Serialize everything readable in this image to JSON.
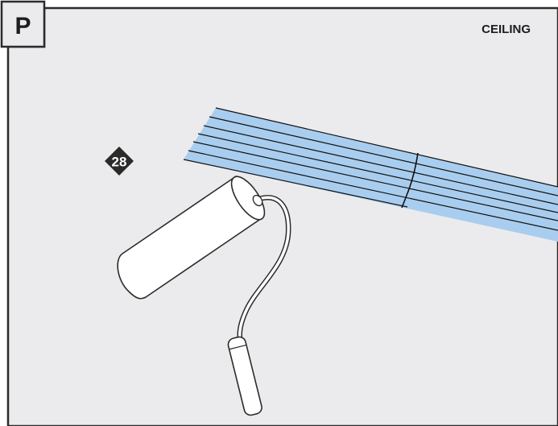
{
  "panel": {
    "letter": "P",
    "view_label": "CEILING"
  },
  "step": {
    "number": "28"
  },
  "colors": {
    "background": "#ebebed",
    "frame": "#2b2b2b",
    "tape_fill": "#a9cdee",
    "tape_lines": "#111111",
    "roller": "#ffffff",
    "step_badge": "#2a2a2a"
  },
  "icons": {
    "roller": "paint-roller-icon",
    "step_badge": "diamond-step-badge-icon"
  }
}
